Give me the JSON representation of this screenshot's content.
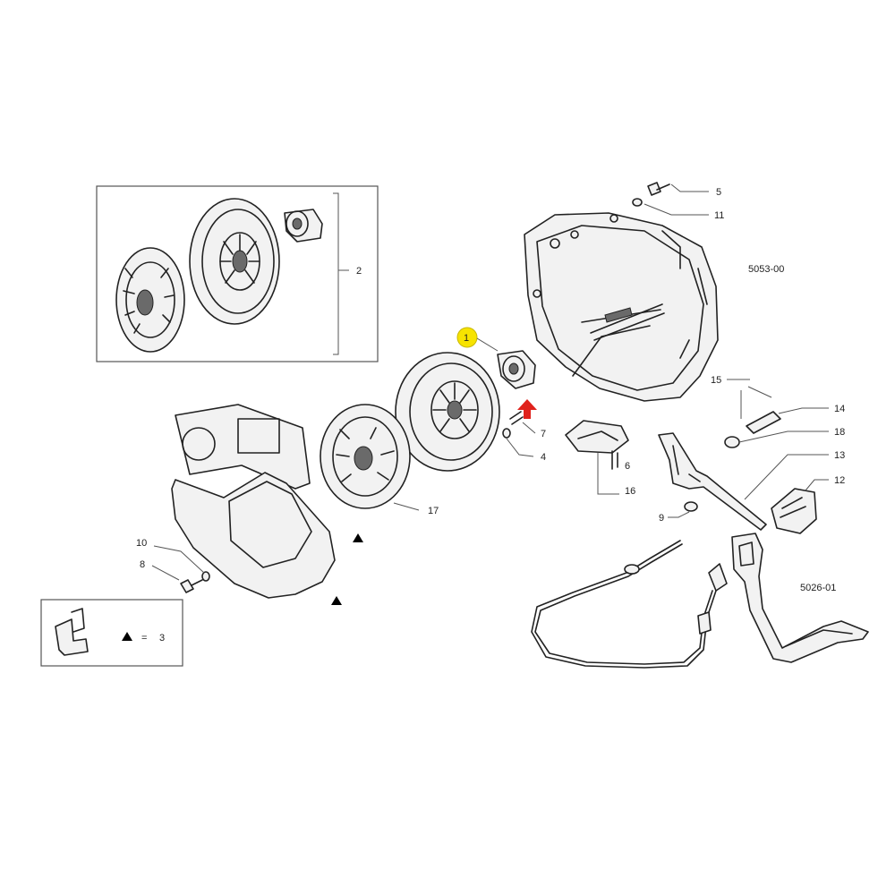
{
  "callouts": {
    "c1": "1",
    "c2": "2",
    "c3": "3",
    "c4": "4",
    "c5": "5",
    "c6": "6",
    "c7": "7",
    "c8": "8",
    "c9": "9",
    "c10": "10",
    "c11": "11",
    "c12": "12",
    "c13": "13",
    "c14": "14",
    "c15": "15",
    "c16": "16",
    "c17": "17",
    "c18": "18"
  },
  "legend": {
    "equals": "=",
    "number": "3"
  },
  "codes": {
    "housing": "5053-00",
    "pedal": "5026-01"
  },
  "colors": {
    "highlight": "#f7e300",
    "arrow": "#e0221c",
    "line": "#222222"
  },
  "icons": {
    "legend_marker": "triangle-icon",
    "selection_arrow": "red-up-arrow-icon"
  }
}
